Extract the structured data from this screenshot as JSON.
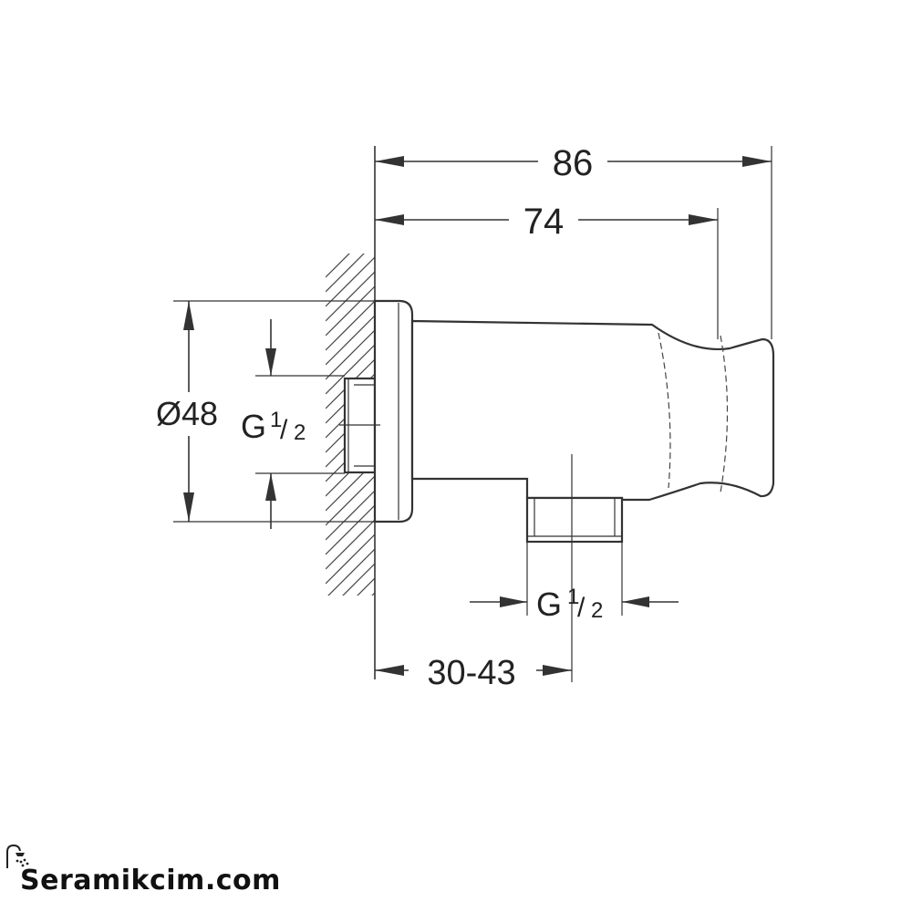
{
  "dimensions": {
    "overall_length": "86",
    "holder_length": "74",
    "flange_diameter": "Ø48",
    "inlet_thread_main": "G",
    "inlet_thread_frac_num": "1",
    "inlet_thread_frac_den": "2",
    "outlet_thread_main": "G",
    "outlet_thread_frac_num": "1",
    "outlet_thread_frac_den": "2",
    "outlet_offset": "30-43"
  },
  "watermark": {
    "text": "Seramikcim.com",
    "icon": "shower-head-icon"
  }
}
